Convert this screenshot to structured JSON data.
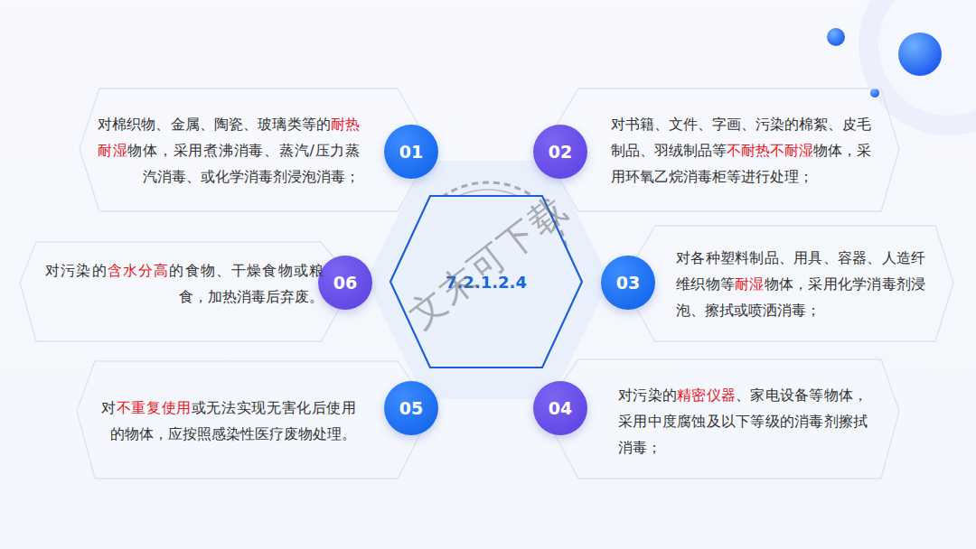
{
  "diagram": {
    "nodes": [
      {
        "text": [
          "7.2.1.2.4"
        ]
      },
      {
        "text": [
          "01"
        ]
      },
      {
        "text": [
          "对棉织物、金属、陶瓷、玻璃类等的",
          "耐热耐湿",
          "物体，采用煮沸消毒、蒸汽/压力蒸汽消毒、或化学消毒剂浸泡消毒；"
        ]
      },
      {
        "text": [
          "02"
        ]
      },
      {
        "text": [
          "对书籍、文件、字画、污染的棉絮、皮毛制品、羽绒制品等",
          "不耐热不耐湿",
          "物体，采用环氧乙烷消毒柜等进行处理；"
        ]
      },
      {
        "text": [
          "03"
        ]
      },
      {
        "text": [
          "对各种塑料制品、用具、容器、人造纤维织物等",
          "耐湿",
          "物体，采用化学消毒剂浸泡、擦拭或喷洒消毒；"
        ]
      },
      {
        "text": [
          "04"
        ]
      },
      {
        "text": [
          "对污染的",
          "精密仪器",
          "、家电设备等物体，采用中度腐蚀及以下等级的消毒剂擦拭消毒；"
        ]
      },
      {
        "text": [
          "05"
        ]
      },
      {
        "text": [
          "对",
          "不重复使用",
          "或无法实现无害化后使用的物体，应按照感染性医疗废物处理。"
        ]
      },
      {
        "text": [
          "06"
        ]
      },
      {
        "text": [
          "对污染的",
          "含水分高",
          "的食物、干燥食物或粮食，加热消毒后弃废。"
        ]
      }
    ],
    "labels": [
      "文末可下载"
    ]
  }
}
